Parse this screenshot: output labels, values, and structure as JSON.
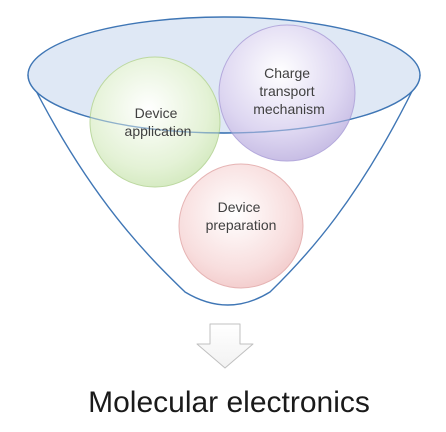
{
  "nodes": {
    "charge_transport": {
      "lines": [
        "Charge",
        "transport",
        "mechanism"
      ]
    },
    "device_application": {
      "lines": [
        "Device",
        "application"
      ]
    },
    "device_preparation": {
      "lines": [
        "Device",
        "preparation"
      ]
    }
  },
  "caption": "Molecular electronics",
  "colors": {
    "funnel_fill": "#ffffff",
    "funnel_top_fill": "#dfe8f5",
    "funnel_stroke": "#3f76b5",
    "purple_bubble": "#c9c0e6",
    "green_bubble": "#d6ecc2",
    "pink_bubble": "#f4cccc",
    "arrow_fill": "#ffffff",
    "arrow_stroke": "#c0c0c0"
  }
}
